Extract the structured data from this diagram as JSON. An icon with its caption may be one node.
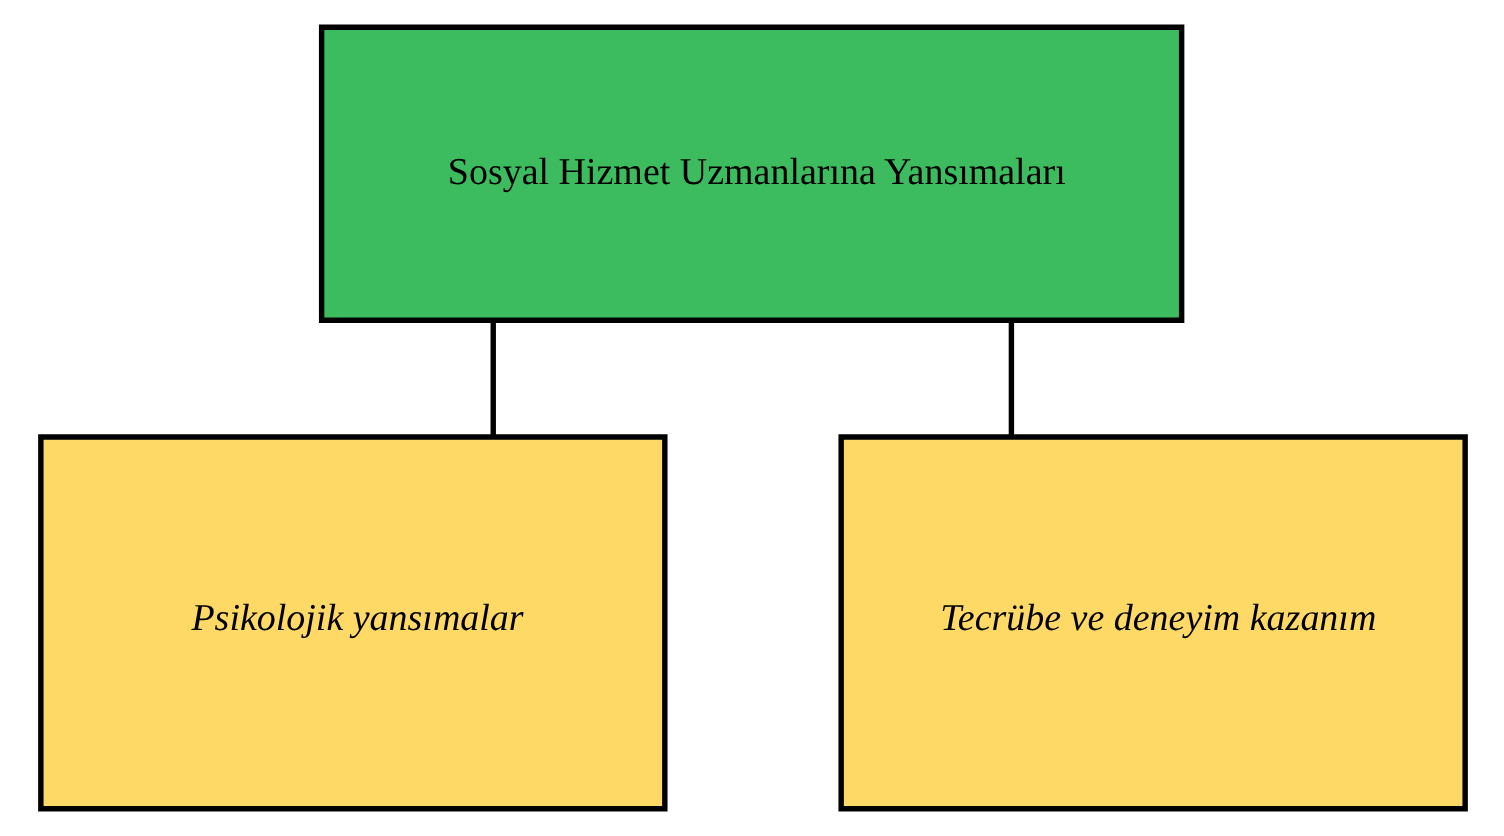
{
  "diagram": {
    "nodes": [
      {
        "text": [
          "Sosyal Hizmet Uzmanlarına Yansımaları"
        ]
      },
      {
        "text": [
          "Psikolojik yansımalar"
        ]
      },
      {
        "text": [
          "Tecrübe ve deneyim kazanım"
        ]
      }
    ],
    "edges": [
      {
        "from": 0,
        "to": 1,
        "arrow": "none"
      },
      {
        "from": 0,
        "to": 2,
        "arrow": "none"
      }
    ]
  }
}
